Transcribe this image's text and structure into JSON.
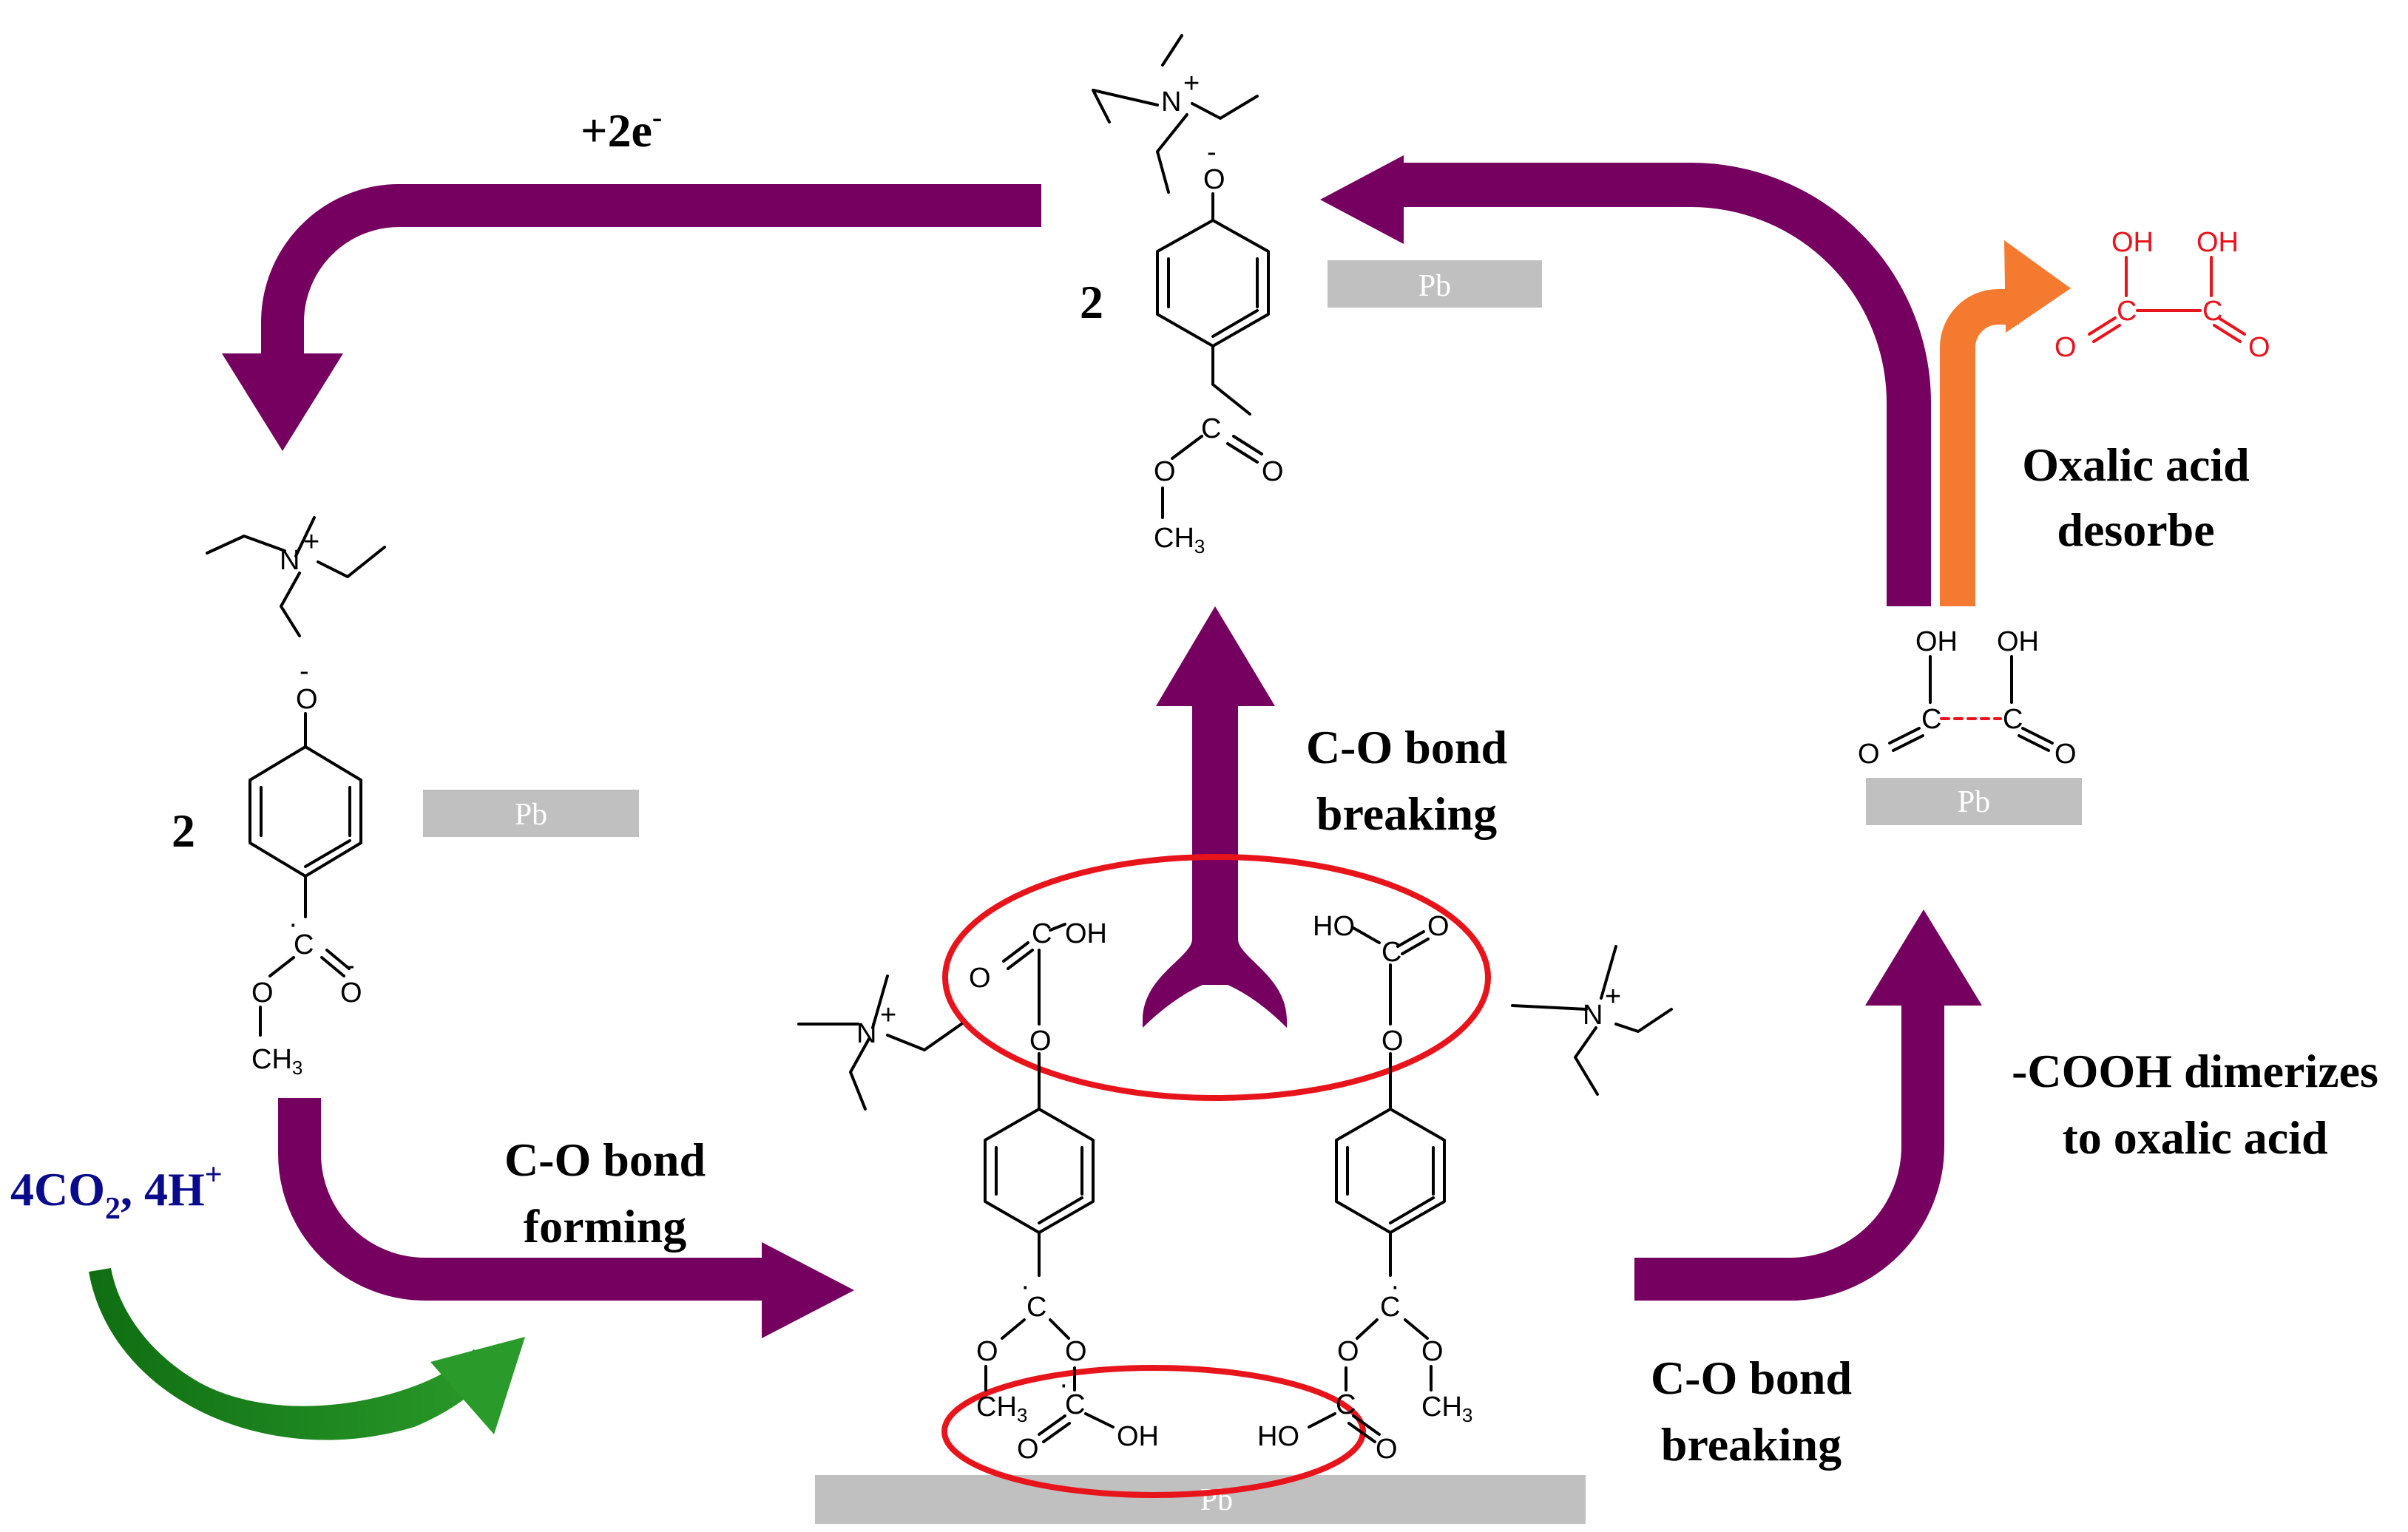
{
  "labels": {
    "electron_transfer": "+2e",
    "electron_superscript": "-",
    "reactants": "4CO",
    "reactants_sub": "2",
    "reactants_rest": ", 4H",
    "reactants_sup": "+",
    "co_forming_1": "C-O bond",
    "co_forming_2": "forming",
    "co_breaking_top_1": "C-O bond",
    "co_breaking_top_2": "breaking",
    "co_breaking_bottom_1": "C-O bond",
    "co_breaking_bottom_2": "breaking",
    "dimerize_1": "-COOH dimerizes",
    "dimerize_2": "to oxalic acid",
    "desorb_1": "Oxalic acid",
    "desorb_2": "desorbe",
    "coef_top": "2",
    "coef_left": "2",
    "pb": "Pb"
  },
  "atoms": {
    "N": "N",
    "plus": "+",
    "O": "O",
    "minus": "-",
    "dot": "·",
    "C": "C",
    "OH": "OH",
    "HO": "HO",
    "CH": "CH",
    "three": "3"
  },
  "colors": {
    "cycle_arrow": "#76005f",
    "desorb_arrow": "#f47a30",
    "co2_arrow": "#1a7a1a",
    "highlight_ellipse": "#e8141c",
    "oxalic_acid": "#e8141c",
    "pb_surface": "#c0c0c0",
    "reactant_text": "#0a0a8c"
  }
}
